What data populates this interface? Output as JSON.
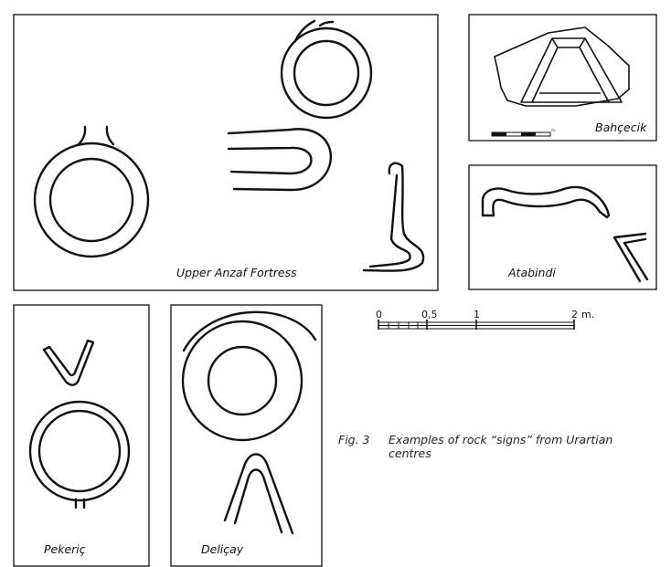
{
  "panels": {
    "upper_anzaf": {
      "label": "Upper Anzaf Fortress"
    },
    "bahcecik": {
      "label": "Bahçecik",
      "mini_scale_unit": "m."
    },
    "atabindi": {
      "label": "Atabindi"
    },
    "pekeric": {
      "label": "Pekeriç"
    },
    "delicay": {
      "label": "Deliçay"
    }
  },
  "scale_bar": {
    "ticks": [
      "0",
      "0,5",
      "1",
      "2"
    ],
    "unit": "m."
  },
  "caption": {
    "number": "Fig. 3",
    "text": "Examples of rock “signs” from Urartian centres"
  },
  "colors": {
    "ink": "#111111",
    "background": "#ffffff",
    "caption": "#222222"
  }
}
